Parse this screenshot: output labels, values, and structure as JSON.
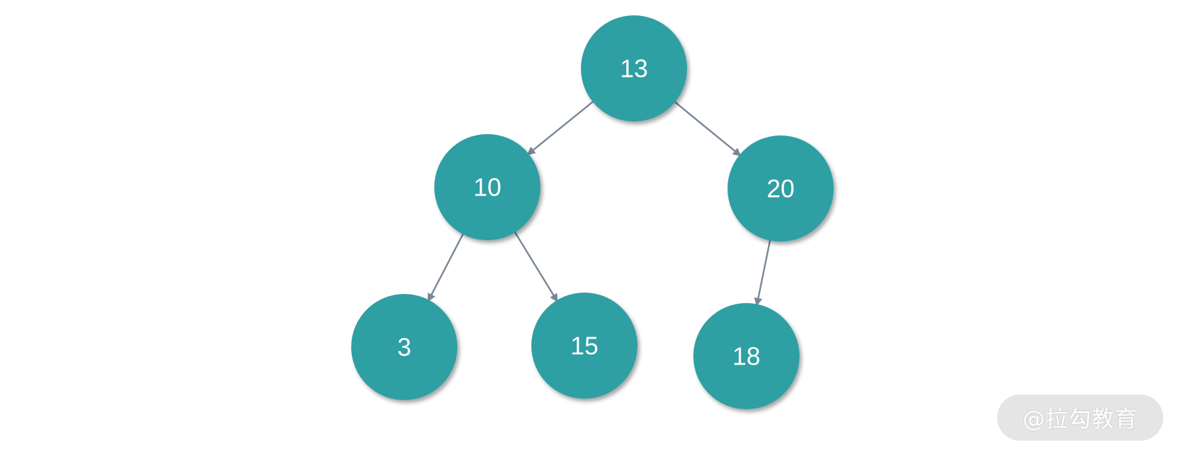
{
  "diagram": {
    "type": "binary-tree",
    "colors": {
      "node_fill": "#2e9fa3",
      "node_text": "#ffffff",
      "edge": "#7a8597",
      "background": "#ffffff"
    },
    "nodes": [
      {
        "id": "n13",
        "label": "13"
      },
      {
        "id": "n10",
        "label": "10"
      },
      {
        "id": "n20",
        "label": "20"
      },
      {
        "id": "n3",
        "label": "3"
      },
      {
        "id": "n15",
        "label": "15"
      },
      {
        "id": "n18",
        "label": "18"
      }
    ],
    "edges": [
      {
        "from": "n13",
        "to": "n10"
      },
      {
        "from": "n13",
        "to": "n20"
      },
      {
        "from": "n10",
        "to": "n3"
      },
      {
        "from": "n10",
        "to": "n15"
      },
      {
        "from": "n20",
        "to": "n18"
      }
    ]
  },
  "watermark": {
    "text": "@拉勾教育"
  }
}
